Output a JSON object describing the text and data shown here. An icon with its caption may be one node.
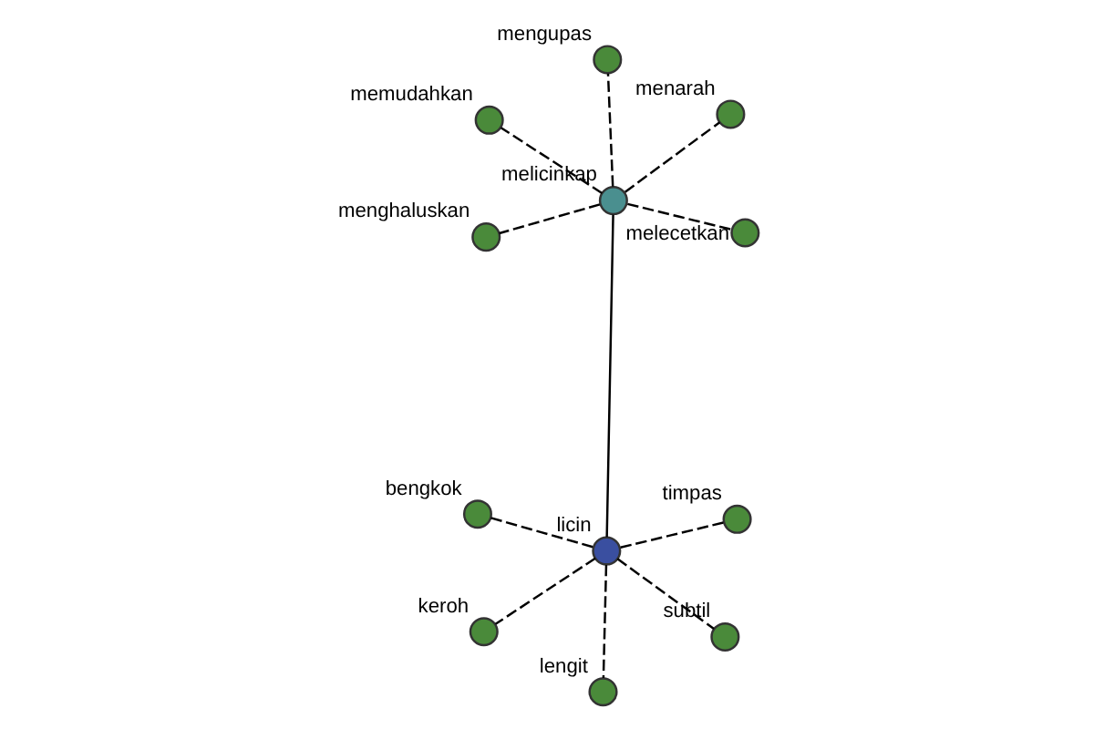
{
  "diagram": {
    "nodes": [
      {
        "text": [],
        "shape": "circle",
        "beside": [
          "melicinkap"
        ]
      },
      {
        "text": [],
        "shape": "circle",
        "beside": [
          "melecetkan"
        ]
      },
      {
        "text": [],
        "shape": "circle",
        "beside": [
          "menghaluskan"
        ]
      },
      {
        "text": [],
        "shape": "circle",
        "beside": [
          "memudahkan"
        ]
      },
      {
        "text": [],
        "shape": "circle",
        "beside": [
          "menarah"
        ]
      },
      {
        "text": [],
        "shape": "circle",
        "beside": [
          "mengupas"
        ]
      },
      {
        "text": [],
        "shape": "circle",
        "beside": [
          "licin"
        ]
      },
      {
        "text": [],
        "shape": "circle",
        "beside": [
          "subtil"
        ]
      },
      {
        "text": [],
        "shape": "circle",
        "beside": [
          "bengkok"
        ]
      },
      {
        "text": [],
        "shape": "circle",
        "beside": [
          "lengit"
        ]
      },
      {
        "text": [],
        "shape": "circle",
        "beside": [
          "timpas"
        ]
      },
      {
        "text": [],
        "shape": "circle",
        "beside": [
          "keroh"
        ]
      }
    ],
    "edges": [
      {
        "from": 0,
        "to": 1,
        "arrow": "none",
        "style": "dashed"
      },
      {
        "from": 0,
        "to": 2,
        "arrow": "none",
        "style": "dashed"
      },
      {
        "from": 0,
        "to": 3,
        "arrow": "none",
        "style": "dashed"
      },
      {
        "from": 0,
        "to": 4,
        "arrow": "none",
        "style": "dashed"
      },
      {
        "from": 0,
        "to": 5,
        "arrow": "none",
        "style": "dashed"
      },
      {
        "from": 0,
        "to": 6,
        "arrow": "none"
      },
      {
        "from": 6,
        "to": 7,
        "arrow": "none",
        "style": "dashed"
      },
      {
        "from": 6,
        "to": 8,
        "arrow": "none",
        "style": "dashed"
      },
      {
        "from": 6,
        "to": 9,
        "arrow": "none",
        "style": "dashed"
      },
      {
        "from": 6,
        "to": 10,
        "arrow": "none",
        "style": "dashed"
      },
      {
        "from": 6,
        "to": 11,
        "arrow": "none",
        "style": "dashed"
      }
    ]
  }
}
